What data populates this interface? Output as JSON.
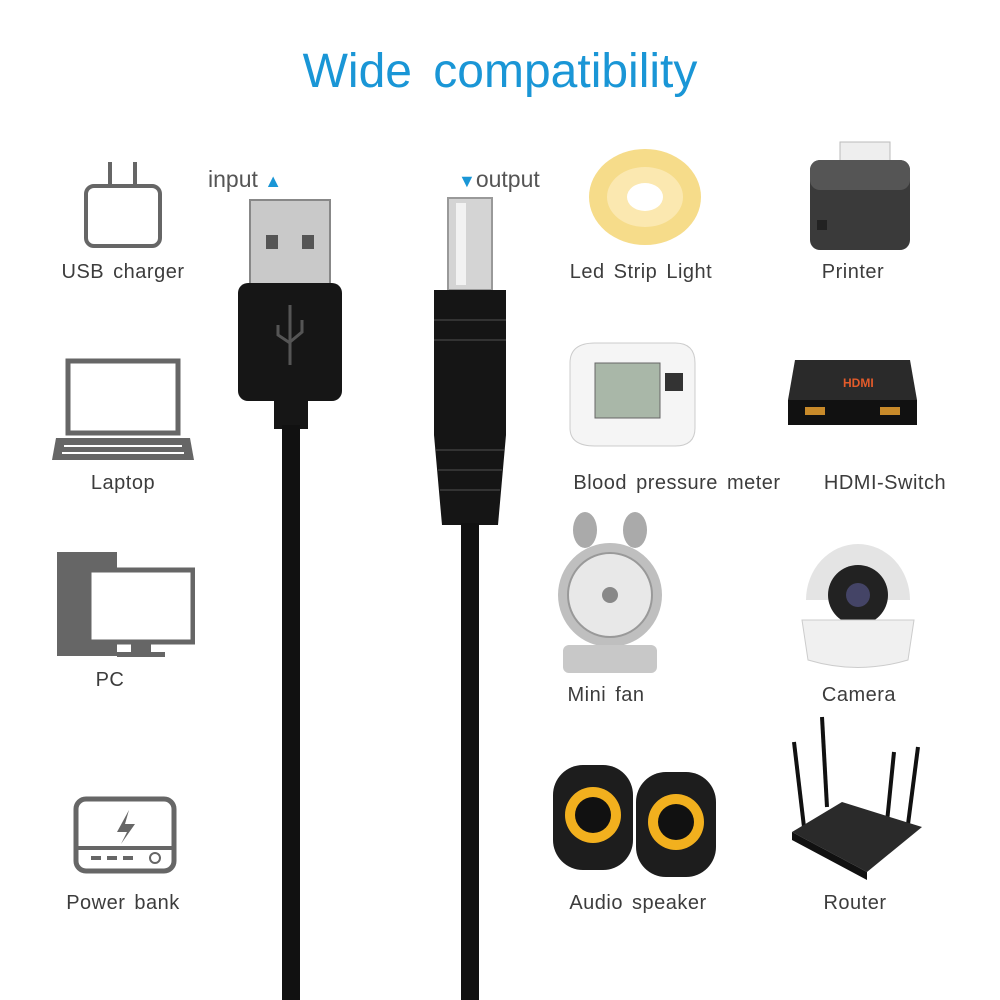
{
  "title": "Wide compatibility",
  "input_label": "input",
  "output_label": "output",
  "arrow_color": "#1a96d6",
  "sources": [
    {
      "label": "USB charger",
      "icon": "usb-charger-icon"
    },
    {
      "label": "Laptop",
      "icon": "laptop-icon"
    },
    {
      "label": "PC",
      "icon": "pc-icon"
    },
    {
      "label": "Power bank",
      "icon": "power-bank-icon"
    }
  ],
  "devices": [
    {
      "label": "Led Strip Light"
    },
    {
      "label": "Printer"
    },
    {
      "label": "Blood pressure meter"
    },
    {
      "label": "HDMI-Switch"
    },
    {
      "label": "Mini fan"
    },
    {
      "label": "Camera"
    },
    {
      "label": "Audio speaker"
    },
    {
      "label": "Router"
    }
  ],
  "hdmi_text": "HDMI"
}
